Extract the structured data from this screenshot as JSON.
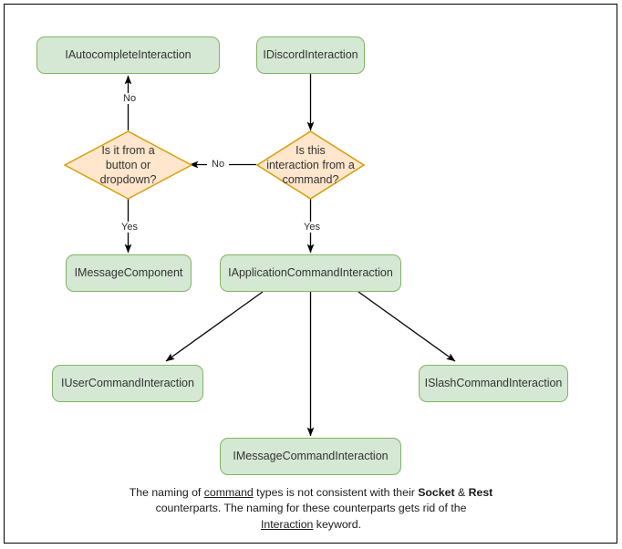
{
  "diagram": {
    "title": "Discord Interaction type hierarchy flowchart",
    "colors": {
      "node_fill": "#d5e8d4",
      "node_stroke": "#82b366",
      "decision_fill": "#ffe6cc",
      "decision_stroke": "#d79b00",
      "edge_stroke": "#000000",
      "frame_stroke": "#000000",
      "background": "#ffffff"
    },
    "nodes": {
      "autocomplete": "IAutocompleteInteraction",
      "discord": "IDiscordInteraction",
      "decision_button": "Is it from a\nbutton or\ndropdown?",
      "decision_command": "Is this\ninteraction from a\ncommand?",
      "message_component": "IMessageComponent",
      "application_command": "IApplicationCommandInteraction",
      "user_command": "IUserCommandInteraction",
      "message_command": "IMessageCommandInteraction",
      "slash_command": "ISlashCommandInteraction"
    },
    "edge_labels": {
      "no_up": "No",
      "no_left": "No",
      "yes_left": "Yes",
      "yes_right": "Yes"
    },
    "caption": {
      "line1_a": "The naming of ",
      "line1_underline": "command",
      "line1_b": " types is not consistent with their",
      "line2_bold1": "Socket",
      "line2_amp": " & ",
      "line2_bold2": "Rest",
      "line2_rest": " counterparts. The naming for these",
      "line3_a": "counterparts gets rid of the ",
      "line3_underline": "Interaction",
      "line3_b": " keyword."
    }
  }
}
